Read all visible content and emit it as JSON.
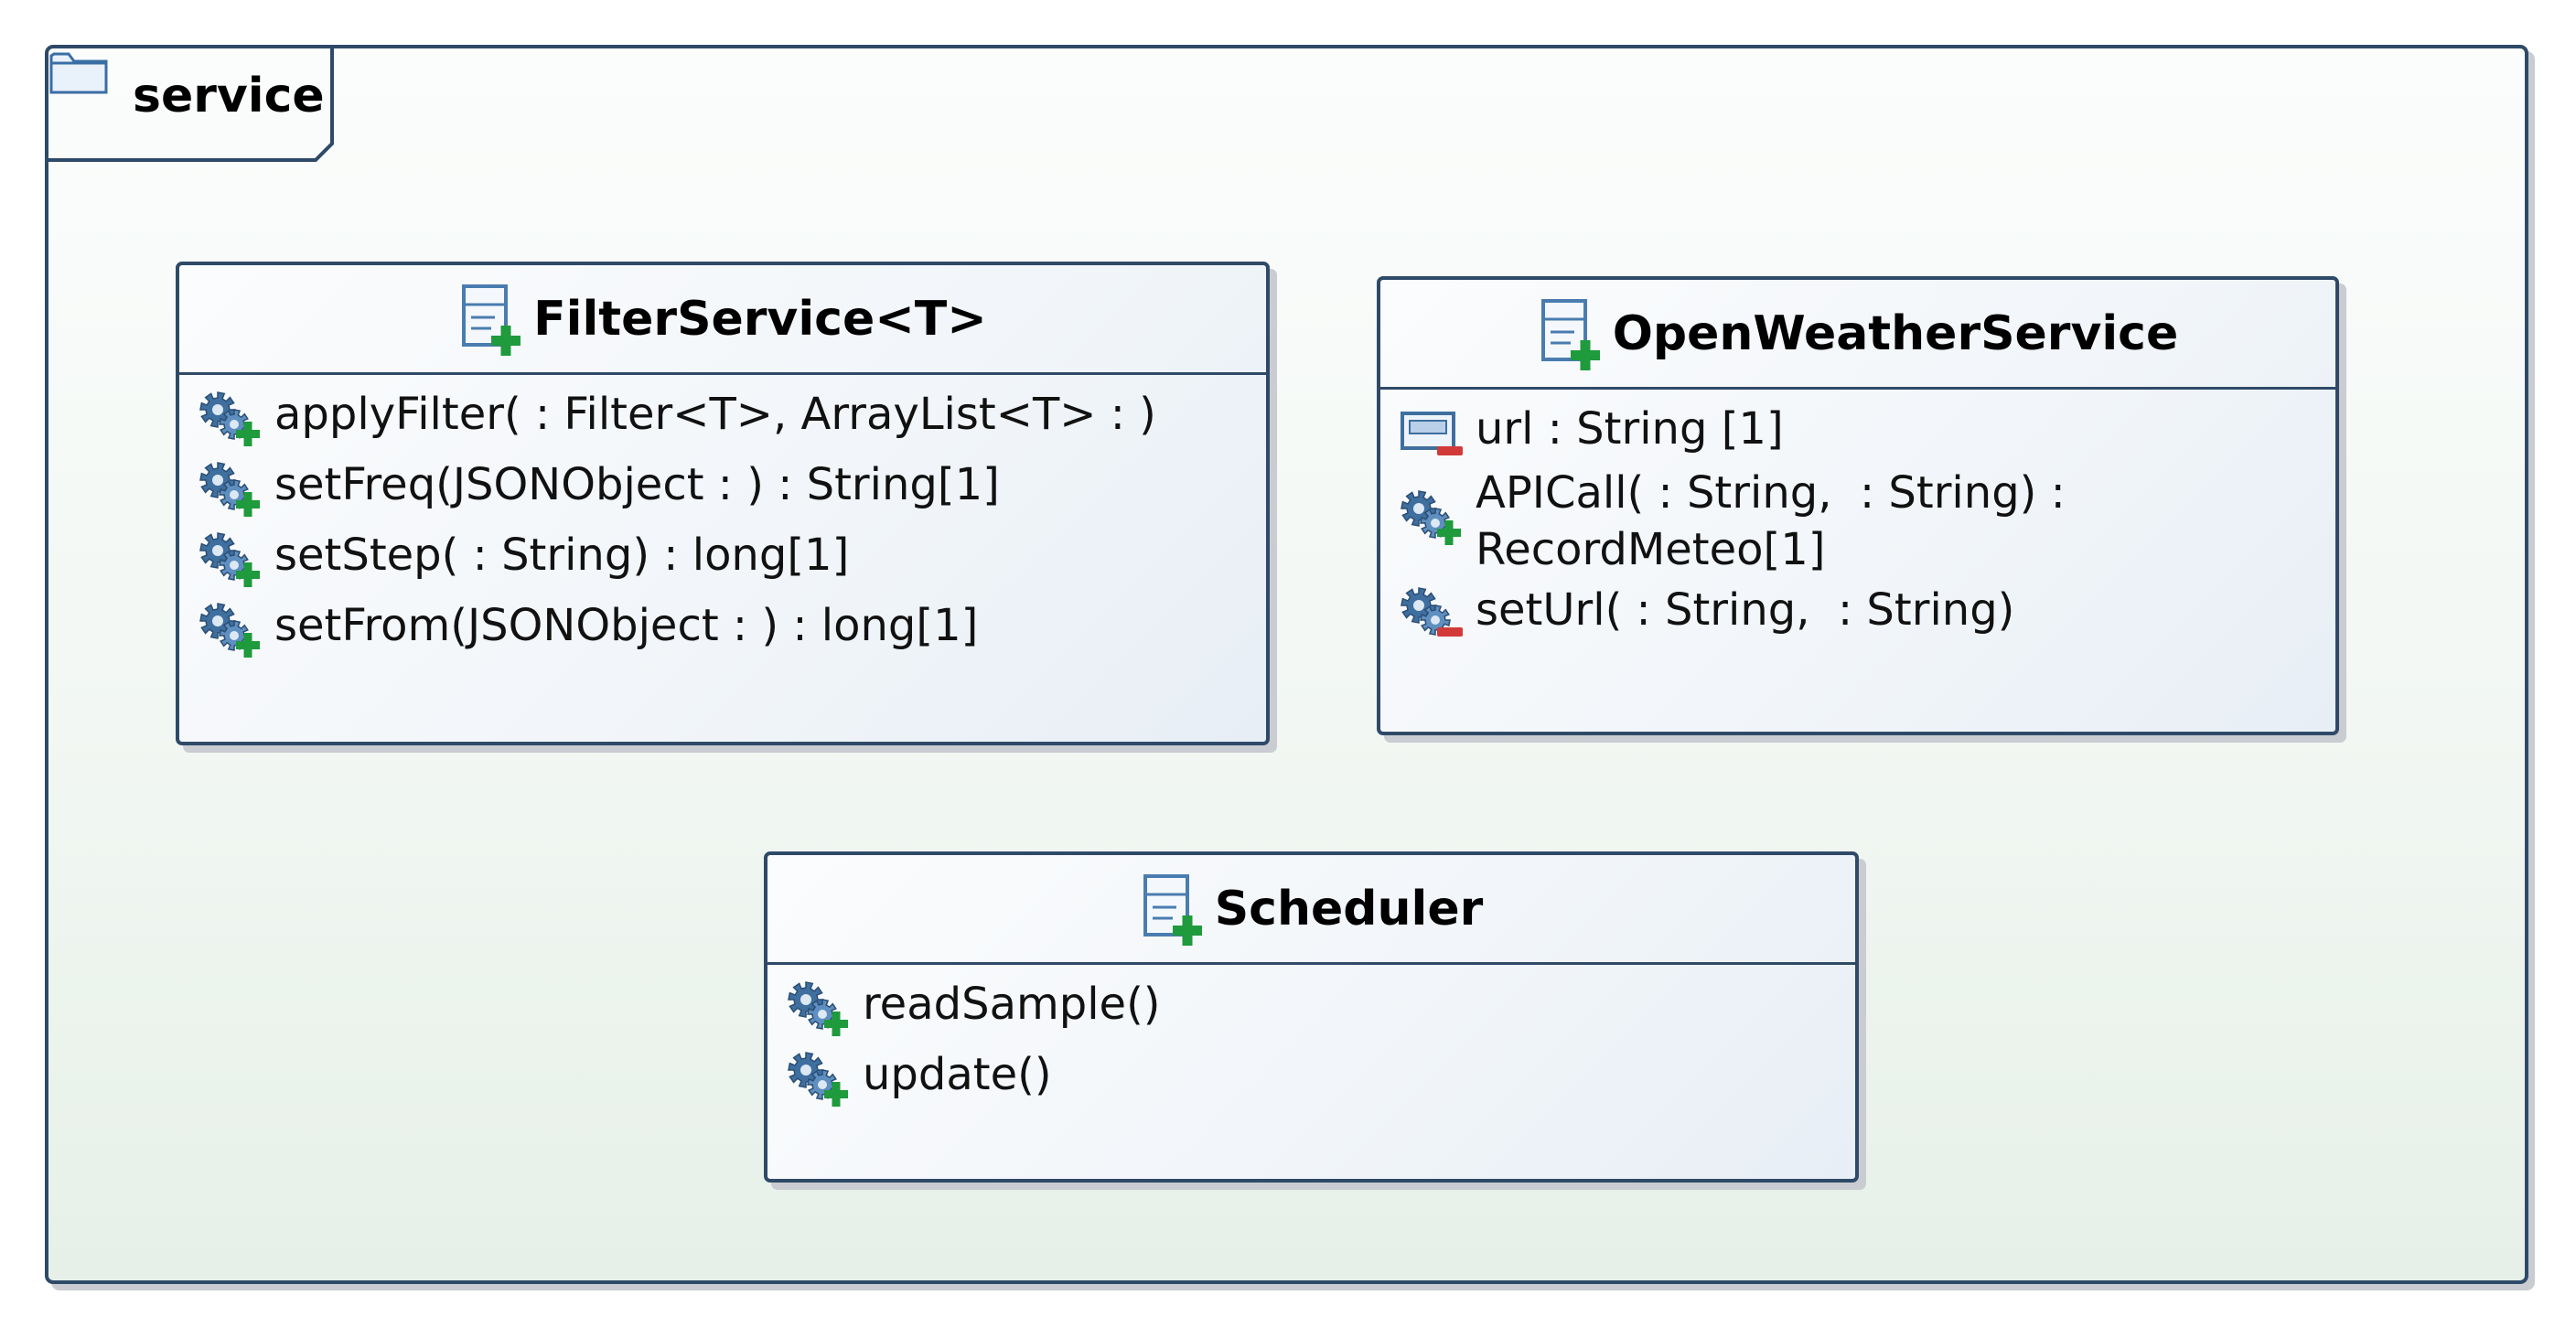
{
  "package": {
    "name": "service",
    "icon": "folder-icon"
  },
  "classes": [
    {
      "name": "FilterService<T>",
      "icon": "class-icon",
      "members": [
        {
          "kind": "operation",
          "visibility": "public",
          "icon": "public-operation-icon",
          "text": "applyFilter( : Filter<T>, ArrayList<T> : )"
        },
        {
          "kind": "operation",
          "visibility": "public",
          "icon": "public-operation-icon",
          "text": "setFreq(JSONObject : ) : String[1]"
        },
        {
          "kind": "operation",
          "visibility": "public",
          "icon": "public-operation-icon",
          "text": "setStep( : String) : long[1]"
        },
        {
          "kind": "operation",
          "visibility": "public",
          "icon": "public-operation-icon",
          "text": "setFrom(JSONObject : ) : long[1]"
        }
      ]
    },
    {
      "name": "OpenWeatherService",
      "icon": "class-icon",
      "members": [
        {
          "kind": "attribute",
          "visibility": "private",
          "icon": "private-attribute-icon",
          "text": "url : String [1]"
        },
        {
          "kind": "operation",
          "visibility": "public",
          "icon": "public-operation-icon",
          "text": "APICall( : String,  : String) :\nRecordMeteo[1]"
        },
        {
          "kind": "operation",
          "visibility": "private",
          "icon": "private-operation-icon",
          "text": "setUrl( : String,  : String)"
        }
      ]
    },
    {
      "name": "Scheduler",
      "icon": "class-icon",
      "members": [
        {
          "kind": "operation",
          "visibility": "public",
          "icon": "public-operation-icon",
          "text": "readSample()"
        },
        {
          "kind": "operation",
          "visibility": "public",
          "icon": "public-operation-icon",
          "text": "update()"
        }
      ]
    }
  ],
  "colors": {
    "border": "#2f4a68",
    "public_marker": "#1f9a3c",
    "private_marker": "#d23a3a",
    "gear": "#3f6f9f"
  }
}
